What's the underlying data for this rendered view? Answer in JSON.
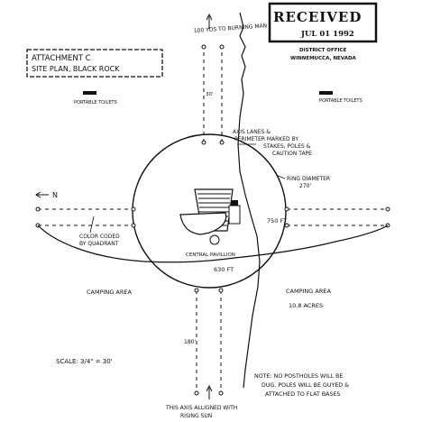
{
  "title": {
    "line1": "ATTACHMENT C",
    "line2": "SITE PLAN, BLACK ROCK"
  },
  "stamp": {
    "received": "RECEIVED",
    "date": "JUL 01 1992",
    "office": "DISTRICT OFFICE",
    "city": "WINNEMUCCA, NEVADA"
  },
  "labels": {
    "burning_man": "100 YDS TO BURNING MAN",
    "toilets_left": "PORTABLE TOILETS",
    "toilets_right": "PORTABLE TOILETS",
    "axis_lanes_1": "AXIS LANES &",
    "axis_lanes_2": "PERIMETER MARKED BY",
    "axis_lanes_3": "STAKES, POLES &",
    "axis_lanes_4": "CAUTION TAPE",
    "ring_diameter_1": "RING DIAMETER",
    "ring_diameter_2": "270'",
    "north": "N",
    "color_coded_1": "COLOR CODED",
    "color_coded_2": "BY QUADRANT",
    "ft_750": "750 FT",
    "central_pavilion": "CENTRAL PAVILLION",
    "ft_630": "630 FT",
    "camping_left": "CAMPING AREA",
    "camping_right_1": "CAMPING AREA",
    "camping_right_2": "10.8 ACRES",
    "scale": "SCALE: 3/4\" = 30'",
    "distance_180": "180'",
    "distance_30": "30'",
    "axis_note_1": "THIS AXIS ALLIGNED WITH",
    "axis_note_2": "RISING SUN",
    "note_1": "NOTE: NO POSTHOLES WILL BE",
    "note_2": "DUG. POLES WILL BE GUYED &",
    "note_3": "ATTACHED TO FLAT BASES"
  },
  "colors": {
    "ink": "#111111",
    "paper": "#ffffff"
  }
}
